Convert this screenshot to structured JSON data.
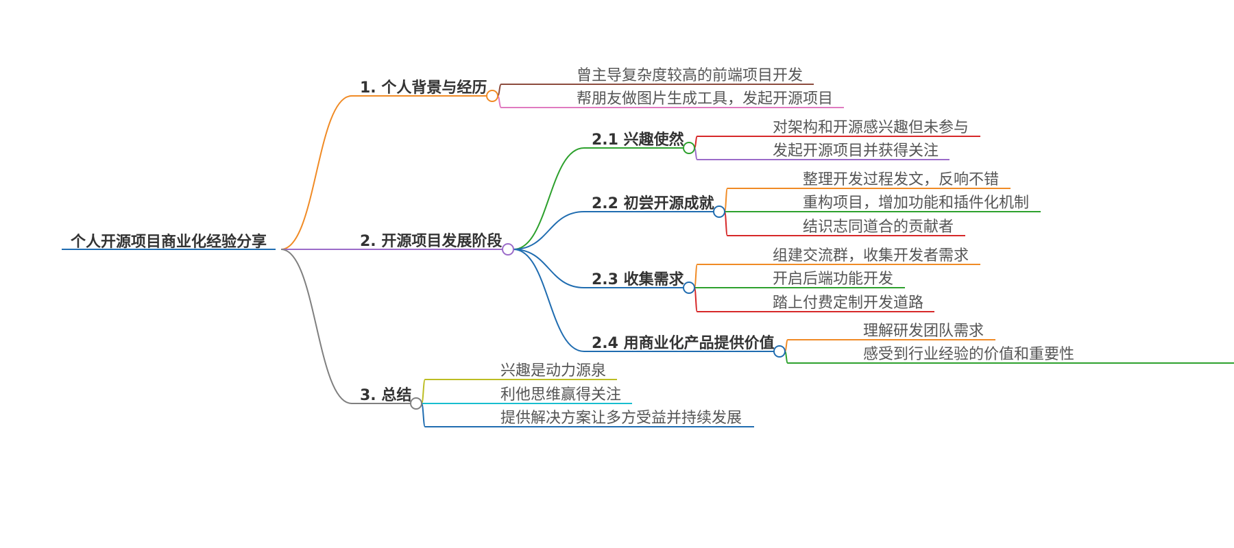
{
  "root": {
    "label": "个人开源项目商业化经验分享",
    "color": "#1f6cb0"
  },
  "branches": [
    {
      "label": "1. 个人背景与经历",
      "color": "#f08a24",
      "children": [
        {
          "label": "曾主导复杂度较高的前端项目开发",
          "color": "#8b4a3c"
        },
        {
          "label": "帮朋友做图片生成工具，发起开源项目",
          "color": "#e07ac0"
        }
      ]
    },
    {
      "label": "2. 开源项目发展阶段",
      "color": "#9b6bc9",
      "children": [
        {
          "label": "2.1 兴趣使然",
          "color": "#2ca02c",
          "children": [
            {
              "label": "对架构和开源感兴趣但未参与",
              "color": "#d62728"
            },
            {
              "label": "发起开源项目并获得关注",
              "color": "#9b6bc9"
            }
          ]
        },
        {
          "label": "2.2 初尝开源成就",
          "color": "#1f6cb0",
          "children": [
            {
              "label": "整理开发过程发文，反响不错",
              "color": "#f08a24"
            },
            {
              "label": "重构项目，增加功能和插件化机制",
              "color": "#2ca02c"
            },
            {
              "label": "结识志同道合的贡献者",
              "color": "#d62728"
            }
          ]
        },
        {
          "label": "2.3 收集需求",
          "color": "#1f6cb0",
          "children": [
            {
              "label": "组建交流群，收集开发者需求",
              "color": "#f08a24"
            },
            {
              "label": "开启后端功能开发",
              "color": "#2ca02c"
            },
            {
              "label": "踏上付费定制开发道路",
              "color": "#d62728"
            }
          ]
        },
        {
          "label": "2.4 用商业化产品提供价值",
          "color": "#1f6cb0",
          "children": [
            {
              "label": "理解研发团队需求",
              "color": "#f08a24"
            },
            {
              "label": "感受到行业经验的价值和重要性",
              "color": "#2ca02c"
            }
          ]
        }
      ]
    },
    {
      "label": "3. 总结",
      "color": "#7f7f7f",
      "children": [
        {
          "label": "兴趣是动力源泉",
          "color": "#bcbd22"
        },
        {
          "label": "利他思维赢得关注",
          "color": "#17becf"
        },
        {
          "label": "提供解决方案让多方受益并持续发展",
          "color": "#1f6cb0"
        }
      ]
    }
  ]
}
